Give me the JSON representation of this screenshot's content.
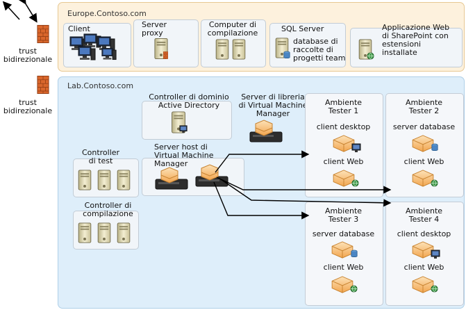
{
  "trust": [
    {
      "label": "trust\nbidirezionale"
    },
    {
      "label": "trust\nbidirezionale"
    }
  ],
  "europe": {
    "title": "Europe.Contoso.com",
    "client": "Client",
    "proxy": "Server\nproxy",
    "build": "Computer di\ncompilazione",
    "sql_title": "SQL Server",
    "sql_db": "database di\nraccolte di\nprogetti team",
    "sharepoint": "Applicazione Web\ndi SharePoint con\nestensioni\ninstallate"
  },
  "lab": {
    "title": "Lab.Contoso.com",
    "ad": "Controller di dominio\nActive Directory",
    "vmm_library": "Server di libreria\ndi Virtual Machine\nManager",
    "vmm_host": "Server host di\nVirtual Machine\nManager",
    "test_ctrl": "Controller\ndi test",
    "build_ctrl": "Controller di\ncompilazione",
    "envs": [
      {
        "title": "Ambiente\nTester 1",
        "role1": "client desktop",
        "role2": "client Web"
      },
      {
        "title": "Ambiente\nTester 2",
        "role1": "server database",
        "role2": "client Web"
      },
      {
        "title": "Ambiente\nTester 3",
        "role1": "server database",
        "role2": "client Web"
      },
      {
        "title": "Ambiente\nTester 4",
        "role1": "client desktop",
        "role2": "client Web"
      }
    ]
  },
  "colors": {
    "europe_fill": "#fdf1dd",
    "lab_fill": "#deeefa",
    "firewall": "#d9662b",
    "vm_orange": "#f4a34a",
    "connector": "#000000"
  },
  "icons": [
    "firewall-icon",
    "client-computers-icon",
    "server-icon",
    "database-icon",
    "web-globe-icon",
    "vm-host-icon",
    "virtual-machine-icon",
    "monitor-icon"
  ]
}
